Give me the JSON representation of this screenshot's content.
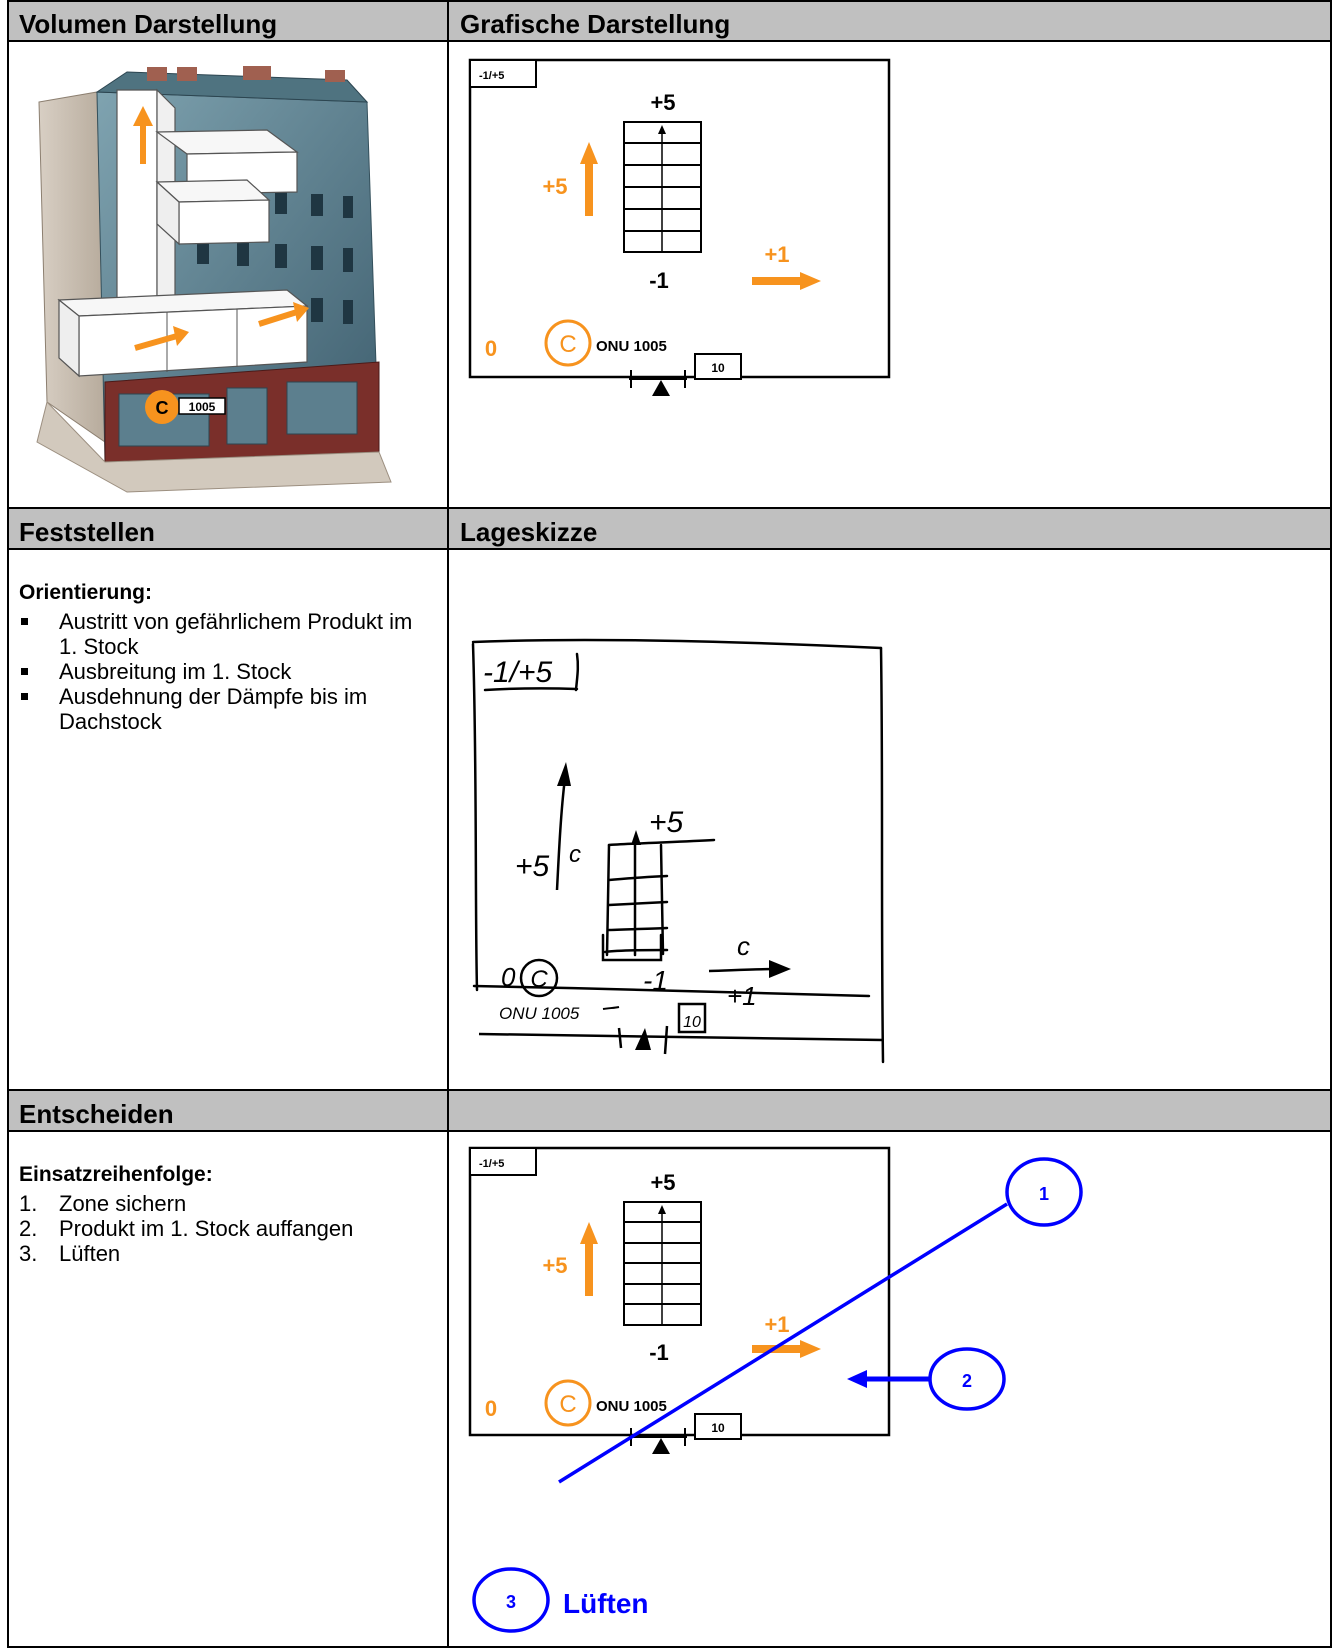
{
  "headers": {
    "volumen": "Volumen Darstellung",
    "grafisch": "Grafische Darstellung",
    "feststellen": "Feststellen",
    "lageskizze": "Lageskizze",
    "entscheiden": "Entscheiden",
    "empty": ""
  },
  "building": {
    "marker_letter": "C",
    "marker_number": "1005"
  },
  "diagram": {
    "corner_label": "-1/+5",
    "top_floor": "+5",
    "bottom_floor": "-1",
    "vertical_spread": "+5",
    "horizontal_spread": "+1",
    "zero": "0",
    "hazard_letter": "C",
    "un_number": "ONU 1005",
    "access_number": "10"
  },
  "feststellen": {
    "heading": "Orientierung:",
    "items": [
      "Austritt von gefährlichem Produkt im 1. Stock",
      "Ausbreitung im 1. Stock",
      "Ausdehnung der Dämpfe bis im Dachstock"
    ]
  },
  "sketch": {
    "corner_label": "-1/+5",
    "top_floor": "+5",
    "bottom_floor": "-1",
    "vertical_spread": "+5",
    "vertical_letter": "c",
    "horizontal_letter": "c",
    "horizontal_spread": "+1",
    "zero": "0",
    "hazard_letter": "C",
    "un_number": "ONU 1005",
    "access_number": "10"
  },
  "entscheiden": {
    "heading": "Einsatzreihenfolge:",
    "items": [
      {
        "num": "1.",
        "text": "Zone sichern"
      },
      {
        "num": "2.",
        "text": "Produkt im 1. Stock auffangen"
      },
      {
        "num": "3.",
        "text": "Lüften"
      }
    ]
  },
  "decision": {
    "callout_1": "1",
    "callout_2": "2",
    "callout_3": "3",
    "callout_3_label": "Lüften"
  },
  "colors": {
    "orange": "#F7931E",
    "blue": "#0000FF",
    "header_gray": "#C0C0C0"
  }
}
